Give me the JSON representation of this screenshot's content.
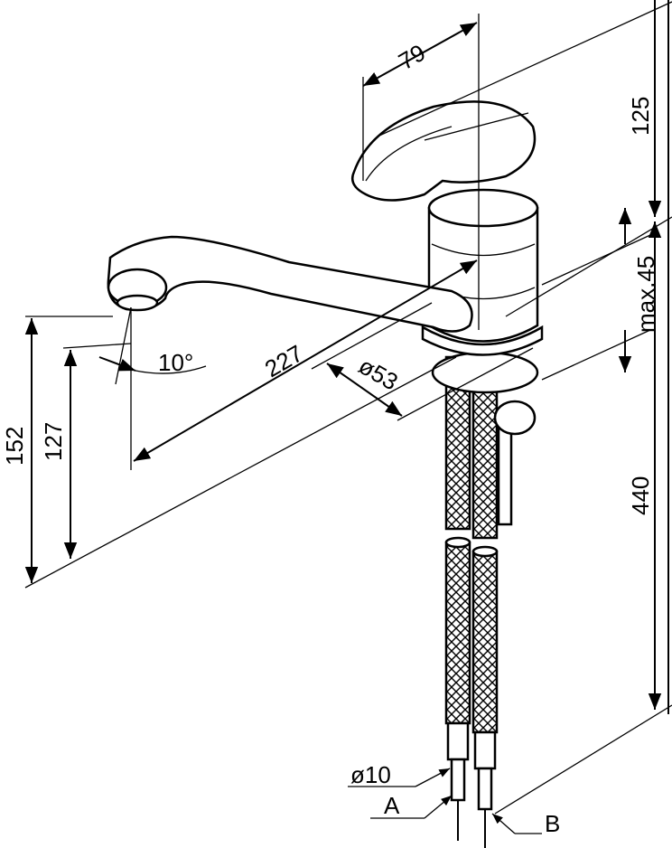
{
  "drawing": {
    "title": "Kitchen faucet dimension drawing",
    "dimensions": {
      "handle_reach": "79",
      "height_top": "125",
      "max_counter": "max.45",
      "hose_length": "440",
      "spout_reach": "227",
      "base_diameter": "ø53",
      "spout_angle": "10°",
      "spout_height_total": "152",
      "spout_outlet_height": "127",
      "hose_diameter": "ø10"
    },
    "connections": {
      "a_label": "A",
      "b_label": "B"
    },
    "line_color": "#000000",
    "background_color": "#ffffff"
  }
}
